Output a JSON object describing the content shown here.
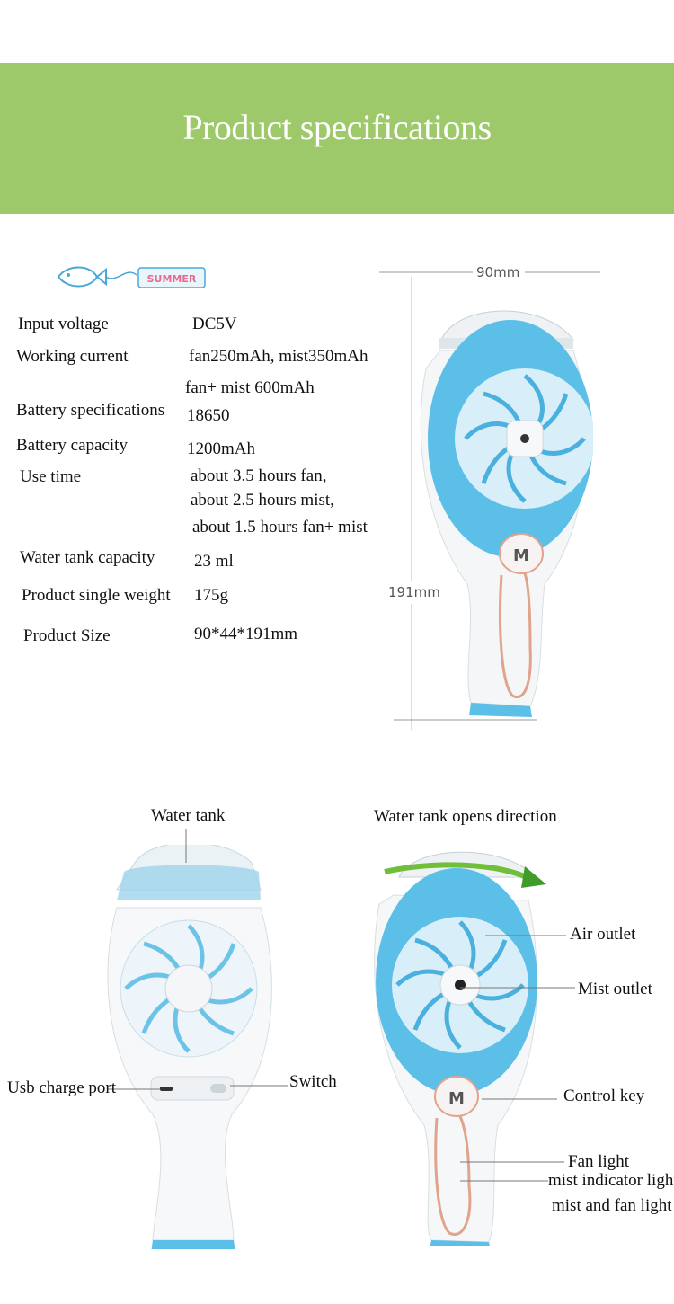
{
  "banner": {
    "title": "Product  specifications",
    "color": "#9dc96a"
  },
  "logo": {
    "text": "SUMMER"
  },
  "specs": [
    {
      "label": "Input voltage",
      "values": [
        "DC5V"
      ]
    },
    {
      "label": "Working current",
      "values": [
        "fan250mAh,   mist350mAh",
        "fan+ mist 600mAh"
      ]
    },
    {
      "label": "Battery specifications",
      "values": [
        "18650"
      ]
    },
    {
      "label": "Battery capacity",
      "values": [
        "1200mAh"
      ]
    },
    {
      "label": "Use time",
      "values": [
        "about 3.5 hours fan,",
        "about  2.5 hours mist,",
        "about 1.5 hours fan+ mist"
      ]
    },
    {
      "label": "Water tank capacity",
      "values": [
        "23 ml"
      ]
    },
    {
      "label": "Product single weight",
      "values": [
        "175g"
      ]
    },
    {
      "label": "Product Size",
      "values": [
        "90*44*191mm"
      ]
    }
  ],
  "dimensions": {
    "width": "90mm",
    "height": "191mm"
  },
  "product": {
    "key_letter": "M",
    "accent": "#5bbfe8",
    "trim": "#e0a48c"
  },
  "callouts": {
    "water_tank": "Water tank",
    "usb_port": "Usb charge port",
    "switch": "Switch",
    "opens_direction": "Water tank opens direction",
    "air_outlet": "Air outlet",
    "mist_outlet": "Mist outlet",
    "control_key": "Control key",
    "fan_light": "Fan light",
    "mist_indicator": "mist indicator light",
    "mist_fan_light": "mist and fan light"
  }
}
